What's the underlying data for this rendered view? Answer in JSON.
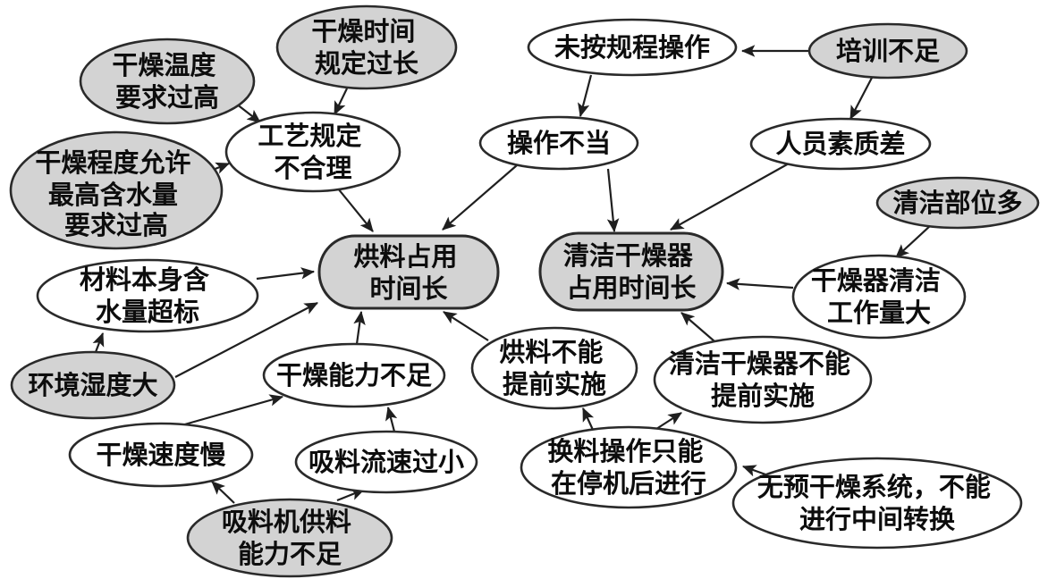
{
  "diagram": {
    "type": "cause-effect-relation-diagram",
    "colors": {
      "background": "#ffffff",
      "node_fill_shaded": "#d3d3d3",
      "node_fill_plain": "#ffffff",
      "node_stroke": "#2a2a2a",
      "arrow": "#1f1f1f",
      "text": "#0d0d0d"
    },
    "nodes": [
      {
        "id": "dry-temp-too-high",
        "shape": "ellipse",
        "filled": true,
        "label": "干燥温度要求过高",
        "lines": [
          "干燥温度",
          "要求过高"
        ]
      },
      {
        "id": "dry-time-too-long",
        "shape": "ellipse",
        "filled": true,
        "label": "干燥时间规定过长",
        "lines": [
          "干燥时间",
          "规定过长"
        ]
      },
      {
        "id": "process-spec-unreasonable",
        "shape": "ellipse",
        "filled": false,
        "label": "工艺规定不合理",
        "lines": [
          "工艺规定",
          "不合理"
        ]
      },
      {
        "id": "dry-degree-allowed-moisture-too-high",
        "shape": "ellipse",
        "filled": true,
        "label": "干燥程度允许最高含水量要求过高",
        "lines": [
          "干燥程度允许",
          "最高含水量",
          "要求过高"
        ]
      },
      {
        "id": "not-per-procedure",
        "shape": "ellipse",
        "filled": false,
        "label": "未按规程操作",
        "lines": [
          "未按规程操作"
        ]
      },
      {
        "id": "insufficient-training",
        "shape": "ellipse",
        "filled": true,
        "label": "培训不足",
        "lines": [
          "培训不足"
        ]
      },
      {
        "id": "improper-operation",
        "shape": "ellipse",
        "filled": false,
        "label": "操作不当",
        "lines": [
          "操作不当"
        ]
      },
      {
        "id": "poor-personnel-quality",
        "shape": "ellipse",
        "filled": false,
        "label": "人员素质差",
        "lines": [
          "人员素质差"
        ]
      },
      {
        "id": "many-cleaning-parts",
        "shape": "ellipse",
        "filled": true,
        "label": "清洁部位多",
        "lines": [
          "清洁部位多"
        ]
      },
      {
        "id": "baking-occupies-long-time",
        "shape": "rounded-rect",
        "filled": true,
        "label": "烘料占用时间长",
        "lines": [
          "烘料占用",
          "时间长"
        ]
      },
      {
        "id": "cleaning-dryer-occupies-long-time",
        "shape": "rounded-rect",
        "filled": true,
        "label": "清洁干燥器占用时间长",
        "lines": [
          "清洁干燥器",
          "占用时间长"
        ]
      },
      {
        "id": "dryer-cleaning-workload-large",
        "shape": "ellipse",
        "filled": false,
        "label": "干燥器清洁工作量大",
        "lines": [
          "干燥器清洁",
          "工作量大"
        ]
      },
      {
        "id": "material-moisture-exceeds",
        "shape": "ellipse",
        "filled": false,
        "label": "材料本身含水量超标",
        "lines": [
          "材料本身含",
          "水量超标"
        ]
      },
      {
        "id": "high-ambient-humidity",
        "shape": "ellipse",
        "filled": true,
        "label": "环境湿度大",
        "lines": [
          "环境湿度大"
        ]
      },
      {
        "id": "insufficient-drying-capacity",
        "shape": "ellipse",
        "filled": false,
        "label": "干燥能力不足",
        "lines": [
          "干燥能力不足"
        ]
      },
      {
        "id": "baking-cannot-start-early",
        "shape": "ellipse",
        "filled": false,
        "label": "烘料不能提前实施",
        "lines": [
          "烘料不能",
          "提前实施"
        ]
      },
      {
        "id": "cleaning-cannot-start-early",
        "shape": "ellipse",
        "filled": false,
        "label": "清洁干燥器不能提前实施",
        "lines": [
          "清洁干燥器不能",
          "提前实施"
        ]
      },
      {
        "id": "slow-drying-speed",
        "shape": "ellipse",
        "filled": false,
        "label": "干燥速度慢",
        "lines": [
          "干燥速度慢"
        ]
      },
      {
        "id": "suction-flow-too-small",
        "shape": "ellipse",
        "filled": false,
        "label": "吸料流速过小",
        "lines": [
          "吸料流速过小"
        ]
      },
      {
        "id": "feeder-capacity-insufficient",
        "shape": "ellipse",
        "filled": true,
        "label": "吸料机供料能力不足",
        "lines": [
          "吸料机供料",
          "能力不足"
        ]
      },
      {
        "id": "changeover-only-after-stop",
        "shape": "ellipse",
        "filled": false,
        "label": "换料操作只能在停机后进行",
        "lines": [
          "换料操作只能",
          "在停机后进行"
        ]
      },
      {
        "id": "no-predrying-system",
        "shape": "ellipse",
        "filled": false,
        "label": "无预干燥系统，不能进行中间转换",
        "lines": [
          "无预干燥系统，不能",
          "进行中间转换"
        ]
      }
    ],
    "edges": [
      {
        "from": "dry-temp-too-high",
        "to": "process-spec-unreasonable"
      },
      {
        "from": "dry-time-too-long",
        "to": "process-spec-unreasonable"
      },
      {
        "from": "dry-degree-allowed-moisture-too-high",
        "to": "process-spec-unreasonable"
      },
      {
        "from": "process-spec-unreasonable",
        "to": "baking-occupies-long-time"
      },
      {
        "from": "insufficient-training",
        "to": "not-per-procedure"
      },
      {
        "from": "not-per-procedure",
        "to": "improper-operation"
      },
      {
        "from": "insufficient-training",
        "to": "poor-personnel-quality"
      },
      {
        "from": "improper-operation",
        "to": "baking-occupies-long-time"
      },
      {
        "from": "improper-operation",
        "to": "cleaning-dryer-occupies-long-time"
      },
      {
        "from": "poor-personnel-quality",
        "to": "cleaning-dryer-occupies-long-time"
      },
      {
        "from": "many-cleaning-parts",
        "to": "dryer-cleaning-workload-large"
      },
      {
        "from": "dryer-cleaning-workload-large",
        "to": "cleaning-dryer-occupies-long-time"
      },
      {
        "from": "material-moisture-exceeds",
        "to": "baking-occupies-long-time"
      },
      {
        "from": "high-ambient-humidity",
        "to": "material-moisture-exceeds"
      },
      {
        "from": "high-ambient-humidity",
        "to": "baking-occupies-long-time"
      },
      {
        "from": "insufficient-drying-capacity",
        "to": "baking-occupies-long-time"
      },
      {
        "from": "baking-cannot-start-early",
        "to": "baking-occupies-long-time"
      },
      {
        "from": "cleaning-cannot-start-early",
        "to": "cleaning-dryer-occupies-long-time"
      },
      {
        "from": "slow-drying-speed",
        "to": "insufficient-drying-capacity"
      },
      {
        "from": "suction-flow-too-small",
        "to": "insufficient-drying-capacity"
      },
      {
        "from": "feeder-capacity-insufficient",
        "to": "slow-drying-speed"
      },
      {
        "from": "feeder-capacity-insufficient",
        "to": "suction-flow-too-small"
      },
      {
        "from": "changeover-only-after-stop",
        "to": "baking-cannot-start-early"
      },
      {
        "from": "changeover-only-after-stop",
        "to": "cleaning-cannot-start-early"
      },
      {
        "from": "no-predrying-system",
        "to": "changeover-only-after-stop"
      }
    ]
  }
}
